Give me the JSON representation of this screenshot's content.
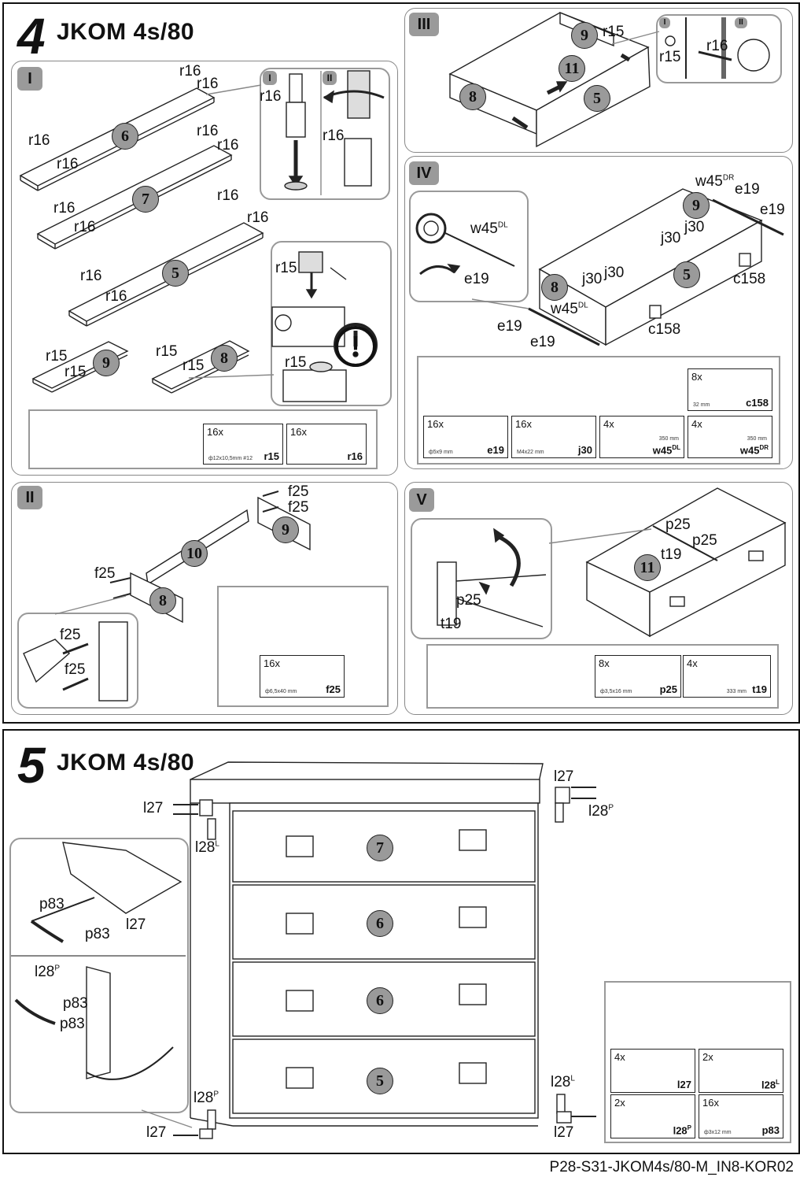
{
  "step4": {
    "number": "4",
    "title": "JKOM 4s/80",
    "panels": {
      "I": "I",
      "II": "II",
      "III": "III",
      "IV": "IV",
      "V": "V"
    },
    "subpanels": {
      "i": "I",
      "ii": "II"
    }
  },
  "step5": {
    "number": "5",
    "title": "JKOM 4s/80"
  },
  "boards": [
    "6",
    "7",
    "5",
    "9",
    "8",
    "10",
    "11"
  ],
  "drawers": [
    "7",
    "6",
    "6",
    "5"
  ],
  "part_labels": {
    "r16": "r16",
    "r15": "r15",
    "f25": "f25",
    "w45": "w45",
    "dl": "DL",
    "dr": "DR",
    "e19": "e19",
    "j30": "j30",
    "c158": "c158",
    "p25": "p25",
    "t19": "t19",
    "l27": "l27",
    "l28": "l28",
    "l": "L",
    "p": "P",
    "p83": "p83"
  },
  "parts_I": [
    {
      "qty": "16x",
      "dim": "ф12x10,5mm  #12",
      "code": "r15"
    },
    {
      "qty": "16x",
      "dim": "",
      "code": "r16"
    }
  ],
  "parts_II": [
    {
      "qty": "16x",
      "dim": "ф6,5x40 mm",
      "code": "f25"
    }
  ],
  "parts_IV": [
    {
      "qty": "8x",
      "dim": "32 mm",
      "code": "c158"
    },
    {
      "qty": "16x",
      "dim": "ф5x9 mm",
      "code": "e19"
    },
    {
      "qty": "16x",
      "dim": "M4x22 mm",
      "code": "j30"
    },
    {
      "qty": "4x",
      "dim": "350 mm",
      "code": "w45",
      "sup": "DL"
    },
    {
      "qty": "4x",
      "dim": "350 mm",
      "code": "w45",
      "sup": "DR"
    }
  ],
  "parts_V": [
    {
      "qty": "8x",
      "dim": "ф3,5x16 mm",
      "code": "p25"
    },
    {
      "qty": "4x",
      "dim": "333 mm",
      "code": "t19"
    }
  ],
  "parts_5": [
    {
      "qty": "4x",
      "dim": "",
      "code": "l27"
    },
    {
      "qty": "2x",
      "dim": "",
      "code": "l28",
      "sup": "L"
    },
    {
      "qty": "2x",
      "dim": "",
      "code": "l28",
      "sup": "P"
    },
    {
      "qty": "16x",
      "dim": "ф3x12 mm",
      "code": "p83"
    }
  ],
  "footer": "P28-S31-JKOM4s/80-M_IN8-KOR02"
}
